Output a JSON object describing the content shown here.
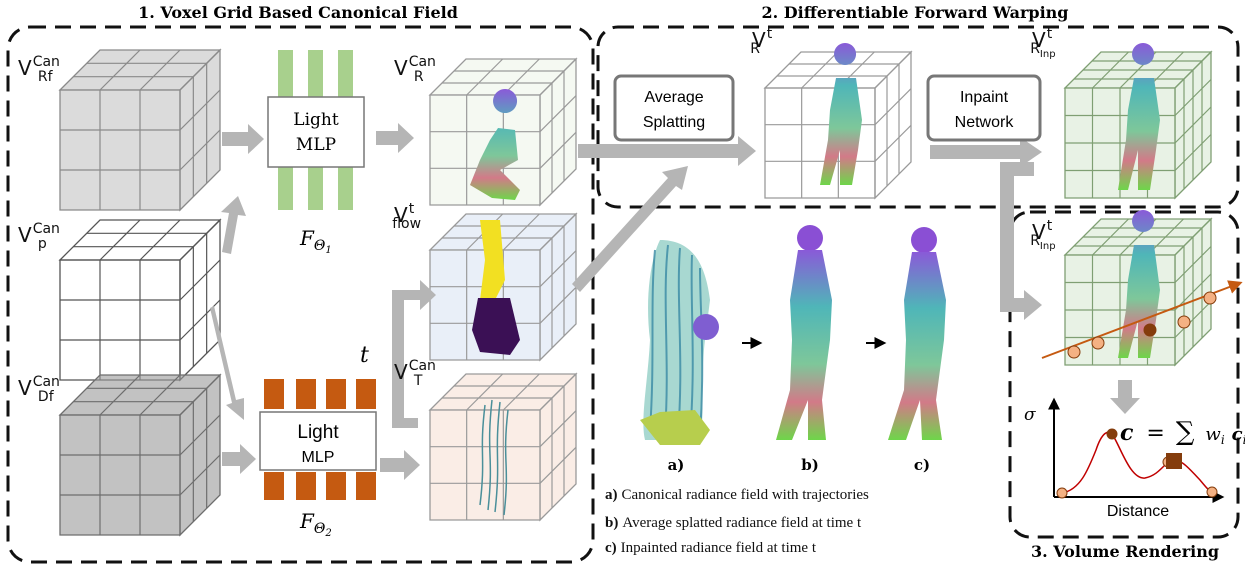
{
  "sections": {
    "canonical": "1. Voxel Grid Based Canonical Field",
    "warping": "2. Differentiable Forward Warping",
    "rendering": "3. Volume Rendering"
  },
  "voxels": {
    "rf": {
      "main": "V",
      "sub": "Rf",
      "sup": "Can"
    },
    "p": {
      "main": "V",
      "sub": "p",
      "sup": "Can"
    },
    "df": {
      "main": "V",
      "sub": "Df",
      "sup": "Can"
    },
    "r_can": {
      "main": "V",
      "sub": "R",
      "sup": "Can"
    },
    "flow": {
      "main": "V",
      "sub": "flow",
      "sup": "t"
    },
    "t_can": {
      "main": "V",
      "sub": "T",
      "sup": "Can"
    },
    "r_t": {
      "main": "V",
      "sub": "R",
      "sup": "t"
    },
    "r_inp_top": {
      "main": "V",
      "sub": "R",
      "subsub": "Inp",
      "sup": "t"
    },
    "r_inp_bottom": {
      "main": "V",
      "sub": "R",
      "subsub": "Inp",
      "sup": "t"
    }
  },
  "mlp": {
    "line1": "Light",
    "line2": "MLP"
  },
  "theta": {
    "f": "F",
    "theta": "Θ",
    "one": "1",
    "two": "2"
  },
  "time_symbol": "t",
  "average_splatting": {
    "line1": "Average",
    "line2": "Splatting"
  },
  "inpaint_network": {
    "line1": "Inpaint",
    "line2": "Network"
  },
  "sub_labels": {
    "a": "a)",
    "b": "b)",
    "c": "c)"
  },
  "legend": [
    {
      "key": "a)",
      "text": "Canonical radiance field with trajectories"
    },
    {
      "key": "b)",
      "text": "Average splatted radiance field at time t"
    },
    {
      "key": "c)",
      "text": "Inpainted radiance field at time t"
    }
  ],
  "plot": {
    "ylabel": "σ",
    "xlabel": "Distance",
    "eq_c": "c",
    "eq_equals": "=",
    "eq_sum": "∑",
    "eq_w": "w",
    "eq_i": "i",
    "eq_ci": "c"
  },
  "colors": {
    "green_bar": "#a8d08d",
    "orange_bar": "#c55a11",
    "arrow_gray": "#b5b5b5",
    "ray": "#c55a11",
    "sample_fill": "#f4b183",
    "sample_dark": "#843c0c"
  }
}
